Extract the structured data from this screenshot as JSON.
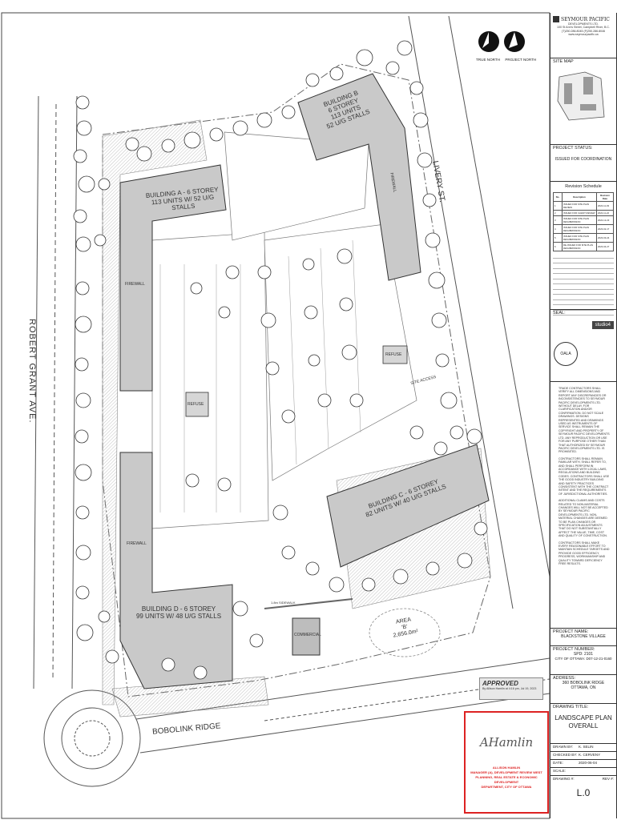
{
  "company": {
    "name": "SEYMOUR PACIFIC",
    "subname": "DEVELOPMENTS LTD.",
    "address1": "100 St Ann's Street, Campbell River, B.C.",
    "address2": "(T)250.286.8045 (F)250.286.8046",
    "website": "www.seymourpacific.ca"
  },
  "north": {
    "true_north": "TRUE NORTH",
    "project_north": "PROJECT NORTH"
  },
  "title_block": {
    "site_map_label": "SITE MAP",
    "project_status_label": "PROJECT STATUS:",
    "project_status": "ISSUED FOR COORDINATION",
    "revision_schedule_title": "Revision Schedule",
    "revision_headers": [
      "No.",
      "Description",
      "Revision Date"
    ],
    "revisions": [
      {
        "no": "1",
        "desc": "ISSUED FOR SITE PLAN REVIEW",
        "date": "2022-11-03"
      },
      {
        "no": "2",
        "desc": "ISSUED FOR CLIENT REVIEW",
        "date": "2022-11-22"
      },
      {
        "no": "3",
        "desc": "ISSUED FOR SITE PLAN RESUBMISSION",
        "date": "2022-12-23"
      },
      {
        "no": "4",
        "desc": "ISSUED FOR SITE PLAN RESUBMISSION",
        "date": "2023-02-17"
      },
      {
        "no": "5",
        "desc": "ISSUED FOR SITE PLAN RESUBMISSION",
        "date": "2023-03-24"
      },
      {
        "no": "6",
        "desc": "RE-ISSUED FOR SITE PLAN RESUBMISSION",
        "date": "2023-04-27"
      }
    ],
    "seal_label": "SEAL:",
    "studio_logo": "studio4",
    "oala_logo": "OALA",
    "notes": [
      "TRADE CONTRACTORS SHALL VERIFY ALL DIMENSIONS AND REPORT ANY DISCREPANCIES OR INCONSISTENCIES TO SEYMOUR PACIFIC DEVELOPMENTS LTD. WITHOUT DELAY, FOR CLARIFICATION AND/OR CONFIRMATION. DO NOT SCALE DRAWINGS. DESIGNS REPRESENTED AND DRAWINGS USED AS INSTRUMENTS OF SERVICE SHALL REMAIN THE COPYRIGHT AND PROPERTY OF SEYMOUR PACIFIC DEVELOPMENTS LTD. ANY REPRODUCTION OR USE FOR ANY PURPOSE OTHER THAN THAT AUTHORIZED BY SEYMOUR PACIFIC DEVELOPMENTS LTD. IS PROHIBITED.",
      "CONTRACTORS SHALL REMAIN FAMILIAR WITH, SHALL REFER TO, AND SHALL PERFORM IN ACCORDANCE WITH LOCAL LAWS, REGULATIONS AND BUILDING CODES. CONTRACTORS SHALL USE THE GOOD INDUSTRY BUILDING AND SAFETY PRACTICES CONSISTENT WITH THE CONTRACT INTENT AND THE REQUIREMENTS OF JURISDICTIONAL AUTHORITIES.",
      "ADDITIONAL CLAIMS AND COSTS RELATED TO NON-MATERIAL CHANGES WILL NOT BE ACCEPTED BY SEYMOUR PACIFIC DEVELOPMENTS LTD. NON-MATERIAL CHANGES ARE DEEMED TO BE PLAN CHANGES OR SPECIFICATION ADJUSTMENTS THAT DO NOT SUBSTANTIALLY AFFECT THE VALUE, TIME, COST AND QUALITY OF CONSTRUCTION.",
      "CONTRACTORS SHALL MAKE EVERY REASONABLE EFFORT TO MAINTAIN SCHEDULE TARGETS AND PROVIDE GOOD EFFICIENCY, PROGRESS, WORKMANSHIP AND QUALITY TOWARD DEFICIENCY FREE RESULTS."
    ],
    "project_name_label": "PROJECT NAME:",
    "project_name": "BLACKSTONE VILLAGE",
    "project_number_label": "PROJECT NUMBER:",
    "project_number": "SPD: 2101",
    "city_number": "CITY OF OTTAWA: D07-12-21-0160",
    "address_label": "ADDRESS:",
    "address1": "360 BOBOLINK RIDGE",
    "address2": "OTTAWA, ON",
    "drawing_title_label": "DRAWING TITLE:",
    "drawing_title": "LANDSCAPE PLAN OVERALL",
    "drawn_by_label": "DRAWN BY:",
    "drawn_by": "K. SELIN",
    "checked_by_label": "CHECKED BY:",
    "checked_by": "K. CERVENY",
    "date_label": "DATE:",
    "date": "2020-06-04",
    "scale_label": "SCALE:",
    "scale": "",
    "drawing_no_label": "DRAWING #:",
    "rev_label": "REV #:",
    "drawing_no": "L.0"
  },
  "plan": {
    "robert_grant": "ROBERT GRANT AVE.",
    "bobolink": "BOBOLINK RIDGE",
    "livery": "LIVERY ST.",
    "building_a": [
      "BUILDING A - 6 STOREY",
      "113 UNITS W/ 52 U/G STALLS"
    ],
    "building_b": [
      "BUILDING B",
      "6 STOREY",
      "113 UNITS",
      "52 U/G STALLS"
    ],
    "building_c": [
      "BUILDING C - 6 STOREY",
      "82 UNITS W/ 40 U/G STALLS"
    ],
    "building_d": [
      "BUILDING D - 6 STOREY",
      "99 UNITS W/ 48 U/G STALLS"
    ],
    "commercial": "COMMERCIAL",
    "area_label": "AREA",
    "area_id": "'B'",
    "area_value": "2,656.0m²",
    "refuse": "REFUSE",
    "firewall": "FIREWALL",
    "site_access": "SITE ACCESS",
    "sidewalk": "1.8m SIDEWALK"
  },
  "stamp": {
    "title": "APPROVED",
    "by": "By Allison Hamlin at 4:16 pm, Jul 19, 2023"
  },
  "approval": {
    "signature": "AHamlin",
    "name": "ALLISON HAMLIN",
    "role": "MANAGER (A), DEVELOPMENT REVIEW WEST",
    "dept": "PLANNING, REAL ESTATE & ECONOMIC DEVELOPMENT",
    "org": "DEPARTMENT, CITY OF OTTAWA"
  }
}
